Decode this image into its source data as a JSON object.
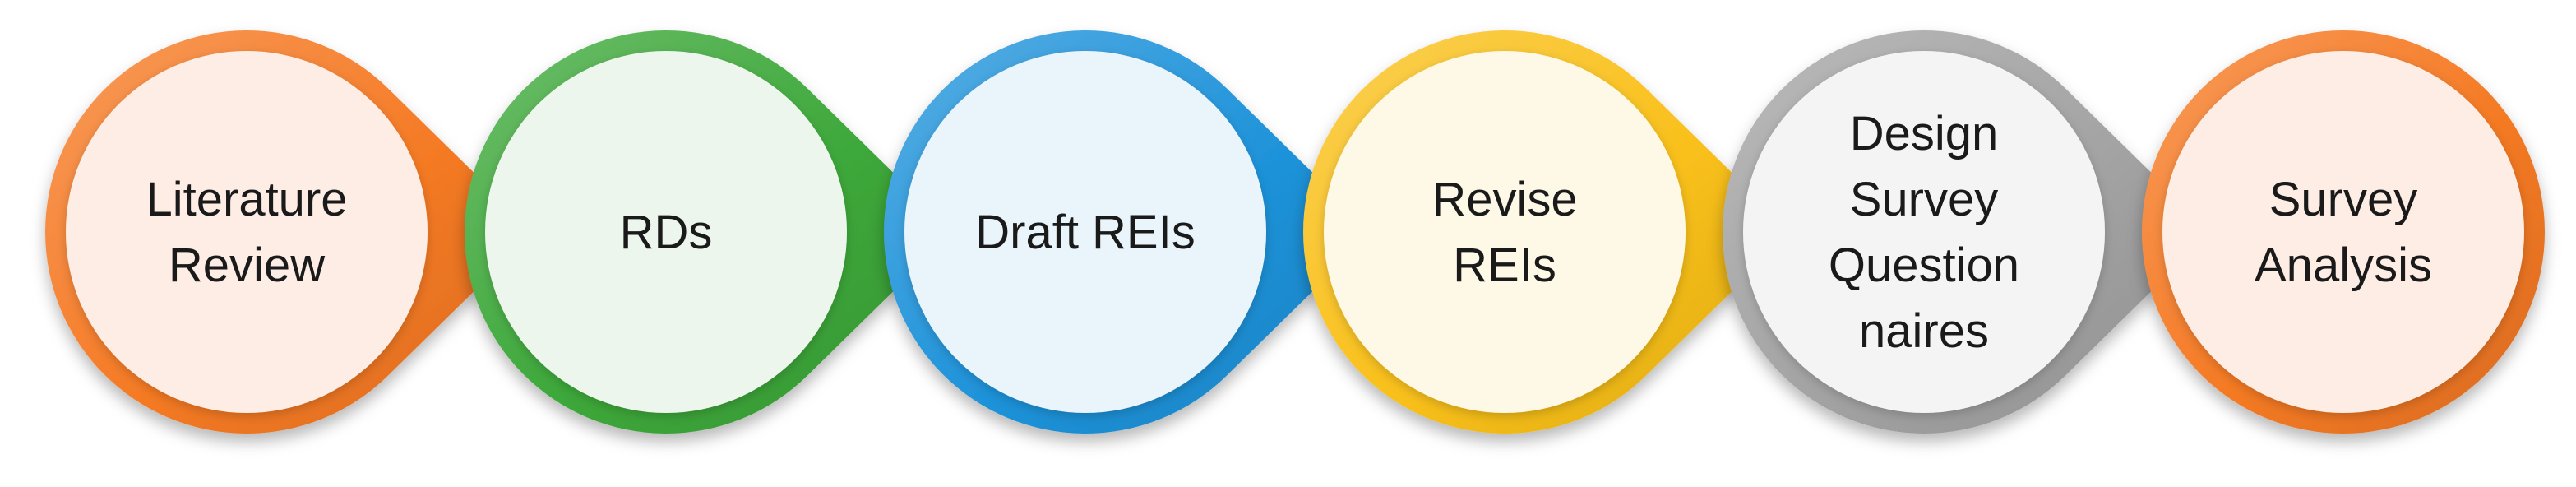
{
  "steps": [
    {
      "lines": [
        "Literature",
        "Review"
      ],
      "rim_color": "#F57A24",
      "fill_color": "#FDEDE4"
    },
    {
      "lines": [
        "RDs"
      ],
      "rim_color": "#3DA83A",
      "fill_color": "#EDF6EC"
    },
    {
      "lines": [
        "Draft REIs"
      ],
      "rim_color": "#1F93DA",
      "fill_color": "#EAF4FB"
    },
    {
      "lines": [
        "Revise",
        "REIs"
      ],
      "rim_color": "#F9C01A",
      "fill_color": "#FEF8E6"
    },
    {
      "lines": [
        "Design",
        "Survey",
        "Question",
        "naires"
      ],
      "rim_color": "#A3A3A3",
      "fill_color": "#F4F4F4"
    },
    {
      "lines": [
        "Survey",
        "Analysis"
      ],
      "rim_color": "#F57A24",
      "fill_color": "#FDEDE4"
    }
  ]
}
